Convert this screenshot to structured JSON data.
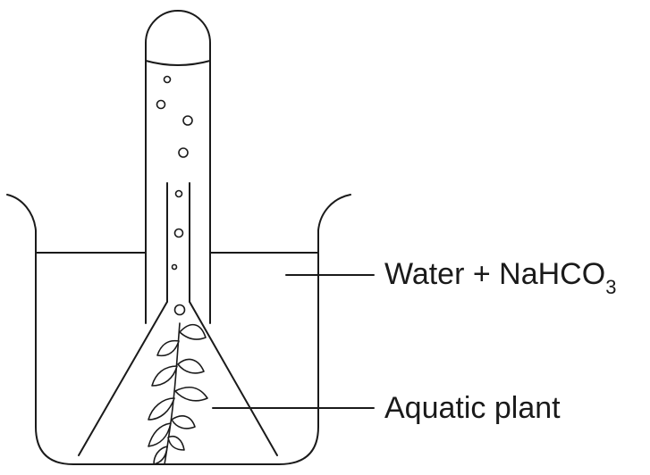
{
  "labels": {
    "water_main": "Water + NaHCO",
    "water_sub": "3",
    "plant": "Aquatic plant"
  }
}
